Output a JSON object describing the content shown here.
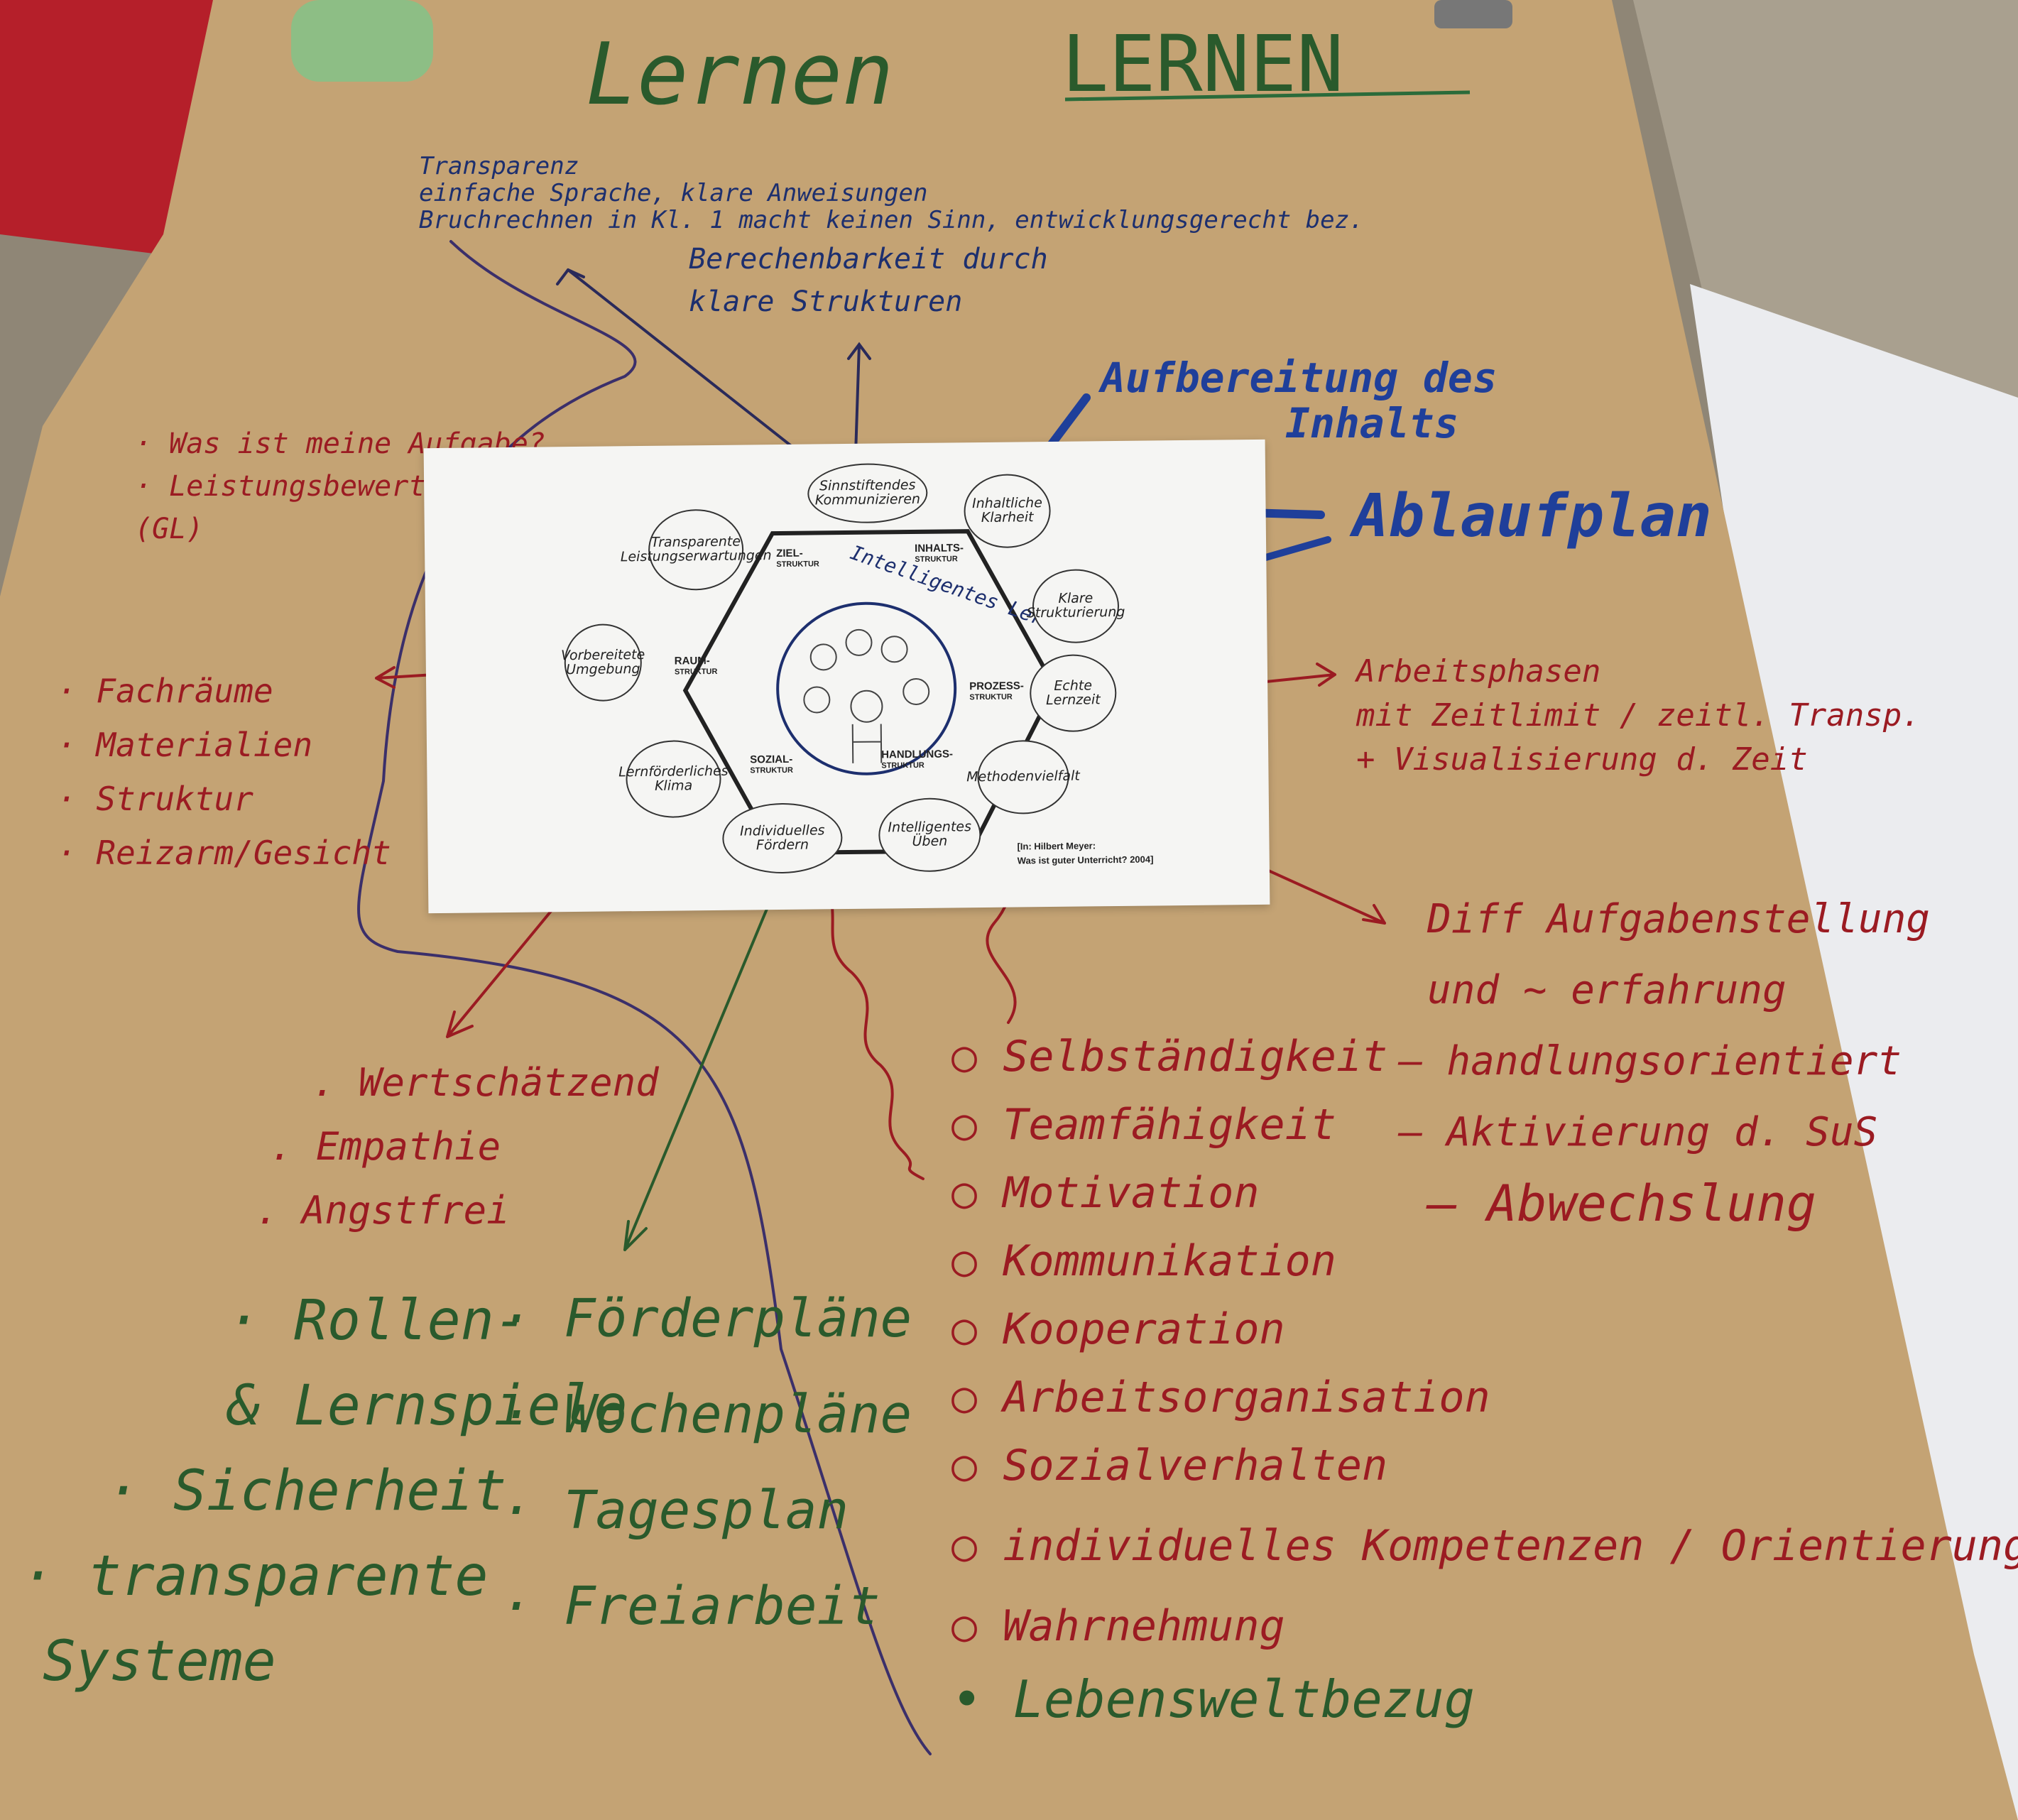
{
  "title": {
    "word1": "Lernen",
    "word2": "LERNEN"
  },
  "top_notes": {
    "items": [
      "Transparenz",
      "einfache Sprache, klare Anweisungen",
      "Bruchrechnen in Kl. 1 macht keinen Sinn, entwicklungsgerecht bez."
    ],
    "structure_note": [
      "Berechenbarkeit durch",
      "klare Strukturen"
    ]
  },
  "blue_notes": {
    "aufbereitung": [
      "Aufbereitung des",
      "Inhalts"
    ],
    "ablaufplan": "Ablaufplan"
  },
  "left_notes": {
    "aufgabe": [
      "· Was ist meine Aufgabe?",
      "· Leistungsbewertung",
      "(GL)"
    ],
    "raum": [
      "· Fachräume",
      "· Materialien",
      "· Struktur",
      "· Reizarm/Gesicht"
    ]
  },
  "right_notes": {
    "arbeitsphasen": [
      "Arbeitsphasen",
      "mit Zeitlimit / zeitl. Transp.",
      "+ Visualisierung d. Zeit"
    ],
    "diff": [
      "Diff Aufgabenstellung",
      "und ~ erfahrung",
      "– handlungsorientiert",
      "– Aktivierung d. SuS",
      "– Abwechslung"
    ]
  },
  "sheet": {
    "center_label": "Intelligentes Lernen",
    "structures": [
      {
        "name": "ZIEL-",
        "sub": "STRUKTUR"
      },
      {
        "name": "INHALTS-",
        "sub": "STRUKTUR"
      },
      {
        "name": "PROZESS-",
        "sub": "STRUKTUR"
      },
      {
        "name": "HANDLUNGS-",
        "sub": "STRUKTUR"
      },
      {
        "name": "SOZIAL-",
        "sub": "STRUKTUR"
      },
      {
        "name": "RAUM-",
        "sub": "STRUKTUR"
      }
    ],
    "bubbles": [
      "Sinnstiftendes Kommunizieren",
      "Inhaltliche Klarheit",
      "Klare Strukturierung",
      "Echte Lernzeit",
      "Methodenvielfalt",
      "Intelligentes Üben",
      "Individuelles Fördern",
      "Lernförderliches Klima",
      "Vorbereitete Umgebung",
      "Transparente Leistungserwartungen"
    ],
    "citation": [
      "[In: Hilbert Meyer:",
      "Was ist guter Unterricht? 2004]"
    ]
  },
  "bottom_left": {
    "red": [
      ". Wertschätzend",
      ". Empathie",
      ". Angstfrei"
    ],
    "green_left": [
      "· Rollen-",
      "& Lernspiele",
      "· Sicherheit",
      "· transparente",
      "Systeme"
    ],
    "green_mid": [
      "· Förderpläne",
      "· Wochenpläne",
      "· Tagesplan",
      "· Freiarbeit"
    ]
  },
  "competencies": {
    "items": [
      "Selbständigkeit",
      "Teamfähigkeit",
      "Motivation",
      "Kommunikation",
      "Kooperation",
      "Arbeitsorganisation",
      "Sozialverhalten",
      "individuelles Kompetenzen / Orientierung",
      "Wahrnehmung"
    ],
    "last_green": "Lebensweltbezug"
  },
  "colors": {
    "paper": "#c4a374",
    "red_marker": "#9b1b22",
    "blue_marker": "#1f3f9a",
    "green_marker": "#2a5a2c",
    "ink": "#1d2f6e"
  }
}
